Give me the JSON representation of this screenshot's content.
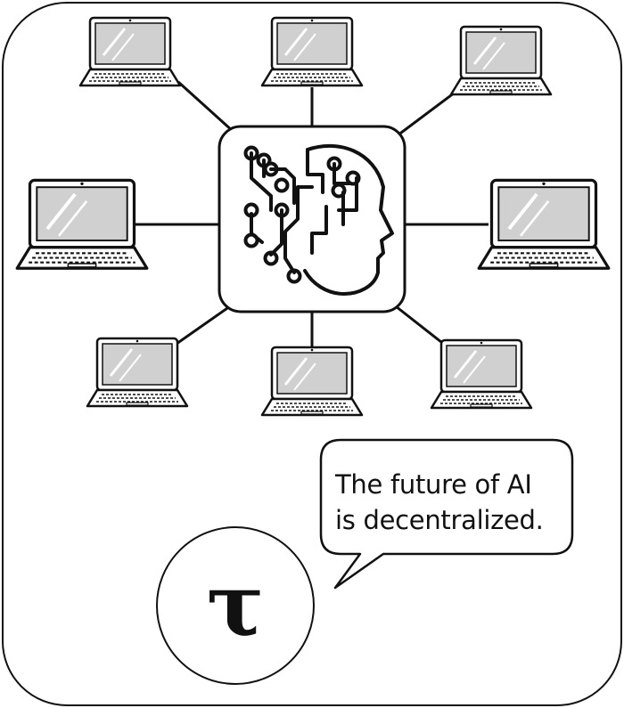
{
  "speech_bubble": {
    "line1": "The future of AI",
    "line2": "is decentralized."
  },
  "logo": {
    "glyph": "τ"
  },
  "diagram": {
    "hub_icon": "ai-head-circuit-icon",
    "node_icon": "laptop-icon",
    "node_count": 8
  },
  "colors": {
    "stroke": "#111111",
    "screen": "#d0d0d0",
    "background": "#ffffff"
  }
}
